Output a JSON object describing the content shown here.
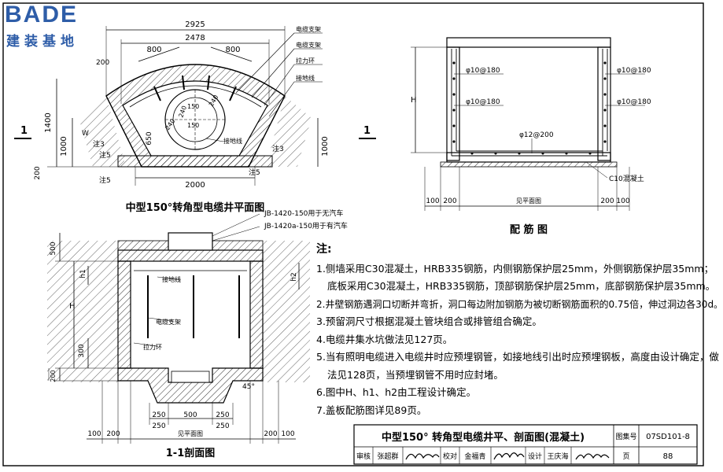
{
  "logo": {
    "brand": "BADE",
    "sub": "建装基地"
  },
  "plan": {
    "title": "中型150°转角型电缆井平面图",
    "dims": {
      "overall": "2925",
      "inner": "2478",
      "seg_left": "800",
      "seg_right": "800",
      "side": "200",
      "height": "1400",
      "left": "1000",
      "right": "1000",
      "bottom": "200",
      "wall": "650",
      "base": "2000",
      "r1": "240",
      "r2": "240",
      "r3": "240",
      "r4": "150",
      "r5": "150",
      "w": "W"
    },
    "labels": {
      "bracket": "电缆支架",
      "bracket_mount": "电缆支架",
      "pull_ring": "拉力环",
      "ground_line": "接地线",
      "ground_line_inner": "接地线",
      "note3_left": "注3",
      "note3_right": "注3",
      "note5_left": "注5",
      "note5_right": "注5",
      "note5_bottom": "注5"
    },
    "section_mark": "1"
  },
  "rebar": {
    "title": "配 筋 图",
    "labels": {
      "l1": "φ10@180",
      "l2": "φ10@180",
      "r1": "φ10@180",
      "r2": "φ10@180",
      "bottom": "φ12@200",
      "concrete": "C10混凝土",
      "h": "H",
      "see_plan": "见平面图"
    },
    "dims": [
      "100",
      "200",
      "200",
      "100"
    ]
  },
  "section": {
    "title": "1-1剖面图",
    "labels": {
      "jb1": "JB-1420-150用于无汽车",
      "jb2": "JB-1420a-150用于有汽车",
      "ground": "接地线",
      "bracket": "电缆支架",
      "pull_ring": "拉力环",
      "h1": "h1",
      "h2": "h2",
      "h": "H",
      "angle": "45°",
      "see_plan": "见平面图"
    },
    "dims": {
      "top": "500",
      "left300": "300",
      "bottom200": "200",
      "b1": "250",
      "b2": "250",
      "b3": "500",
      "b4": "250",
      "b5": "250",
      "e1": "100",
      "e2": "200",
      "e3": "200",
      "e4": "100"
    }
  },
  "notes": {
    "title": "注:",
    "items": [
      "1.侧墙采用C30混凝土，HRB335钢筋，内侧钢筋保护层25mm，外侧钢筋保护层35mm；",
      "底板采用C30混凝土，HRB335钢筋，顶部钢筋保护层25mm，底部钢筋保护层35mm。",
      "2.井壁钢筋遇洞口切断并弯折，洞口每边附加钢筋为被切断钢筋面积的0.75倍，伸过洞边各30d。",
      "3.预留洞尺寸根据混凝土管块组合或排管组合确定。",
      "4.电缆井集水坑做法见127页。",
      "5.当有照明电缆进入电缆井时应预埋钢管，如接地线引出时应预埋钢板，高度由设计确定，做",
      "法见128页，当预埋钢管不用时应封堵。",
      "6.图中H、h1、h2由工程设计确定。",
      "7.盖板配筋图详见89页。"
    ]
  },
  "title_block": {
    "main_title": "中型150° 转角型电缆井平、剖面图(混凝土)",
    "atlas_label": "图集号",
    "atlas_no": "07SD101-8",
    "review_label": "审核",
    "review_name": "张超群",
    "check_label": "校对",
    "check_name": "金福青",
    "design_label": "设计",
    "design_name": "王庆海",
    "page_label": "页",
    "page_no": "88"
  }
}
